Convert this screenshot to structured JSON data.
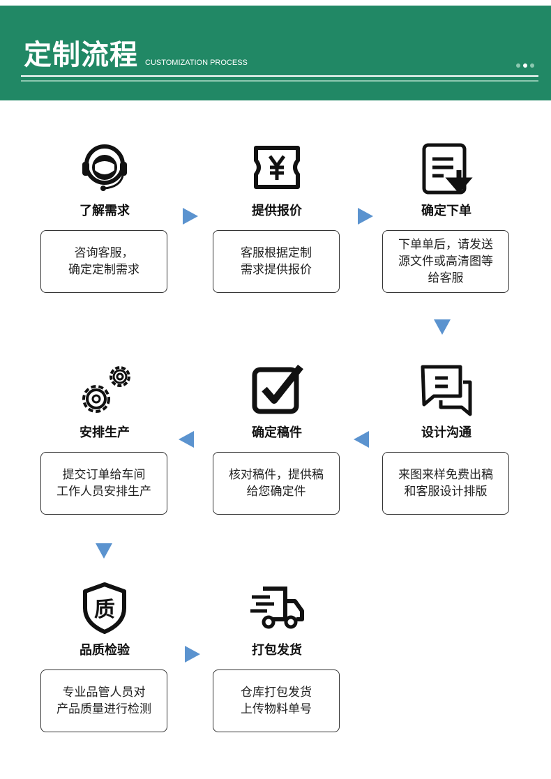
{
  "header": {
    "title": "定制流程",
    "subtitle": "CUSTOMIZATION PROCESS"
  },
  "steps": [
    {
      "title": "了解需求",
      "desc": "咨询客服，\n确定定制需求",
      "icon": "headset-icon"
    },
    {
      "title": "提供报价",
      "desc": "客服根据定制\n需求提供报价",
      "icon": "price-ticket-icon"
    },
    {
      "title": "确定下单",
      "desc": "下单单后，请发送\n源文件或高清图等\n给客服",
      "icon": "document-download-icon"
    },
    {
      "title": "设计沟通",
      "desc": "来图来样免费出稿\n和客服设计排版",
      "icon": "chat-icon"
    },
    {
      "title": "确定稿件",
      "desc": "核对稿件，提供稿\n给您确定件",
      "icon": "checkbox-icon"
    },
    {
      "title": "安排生产",
      "desc": "提交订单给车间\n工作人员安排生产",
      "icon": "gears-icon"
    },
    {
      "title": "品质检验",
      "desc": "专业品管人员对\n产品质量进行检测",
      "icon": "quality-shield-icon",
      "glyph": "质"
    },
    {
      "title": "打包发货",
      "desc": "仓库打包发货\n上传物料单号",
      "icon": "delivery-truck-icon"
    }
  ],
  "colors": {
    "header": "#218865",
    "arrow": "#5b93cf"
  }
}
